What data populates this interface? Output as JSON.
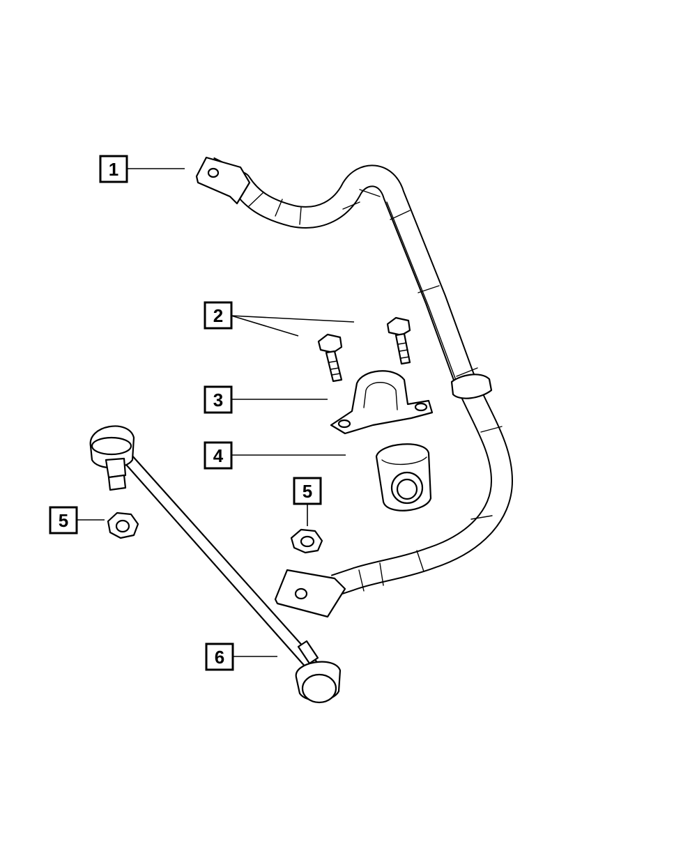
{
  "callouts": [
    {
      "id": "c1",
      "label": "1"
    },
    {
      "id": "c2",
      "label": "2"
    },
    {
      "id": "c3",
      "label": "3"
    },
    {
      "id": "c4",
      "label": "4"
    },
    {
      "id": "c5a",
      "label": "5"
    },
    {
      "id": "c5b",
      "label": "5"
    },
    {
      "id": "c6",
      "label": "6"
    }
  ]
}
